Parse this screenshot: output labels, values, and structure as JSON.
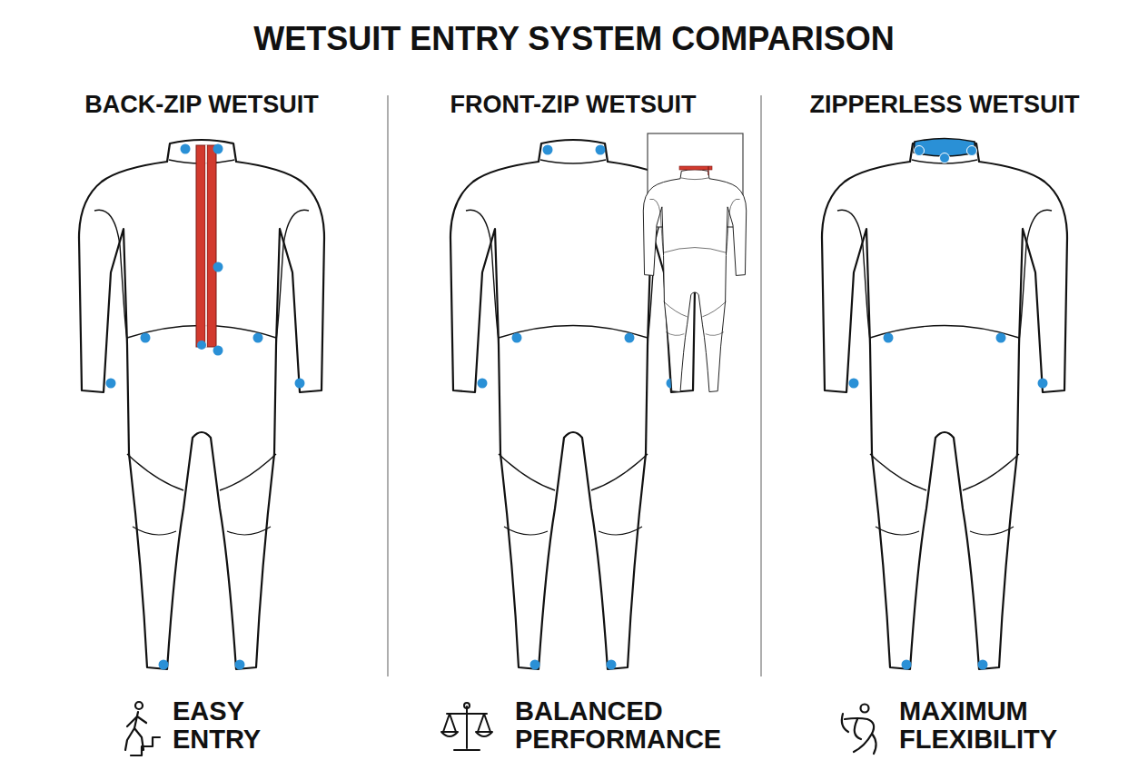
{
  "diagram": {
    "title": "WETSUIT ENTRY SYSTEM COMPARISON",
    "labels": [
      "BACK-ZIP WETSUIT",
      "FRONT-ZIP WETSUIT",
      "ZIPPERLESS WETSUIT",
      "EASY ENTRY",
      "BALANCED PERFORMANCE",
      "MAXIMUM FLEXIBILITY"
    ]
  }
}
